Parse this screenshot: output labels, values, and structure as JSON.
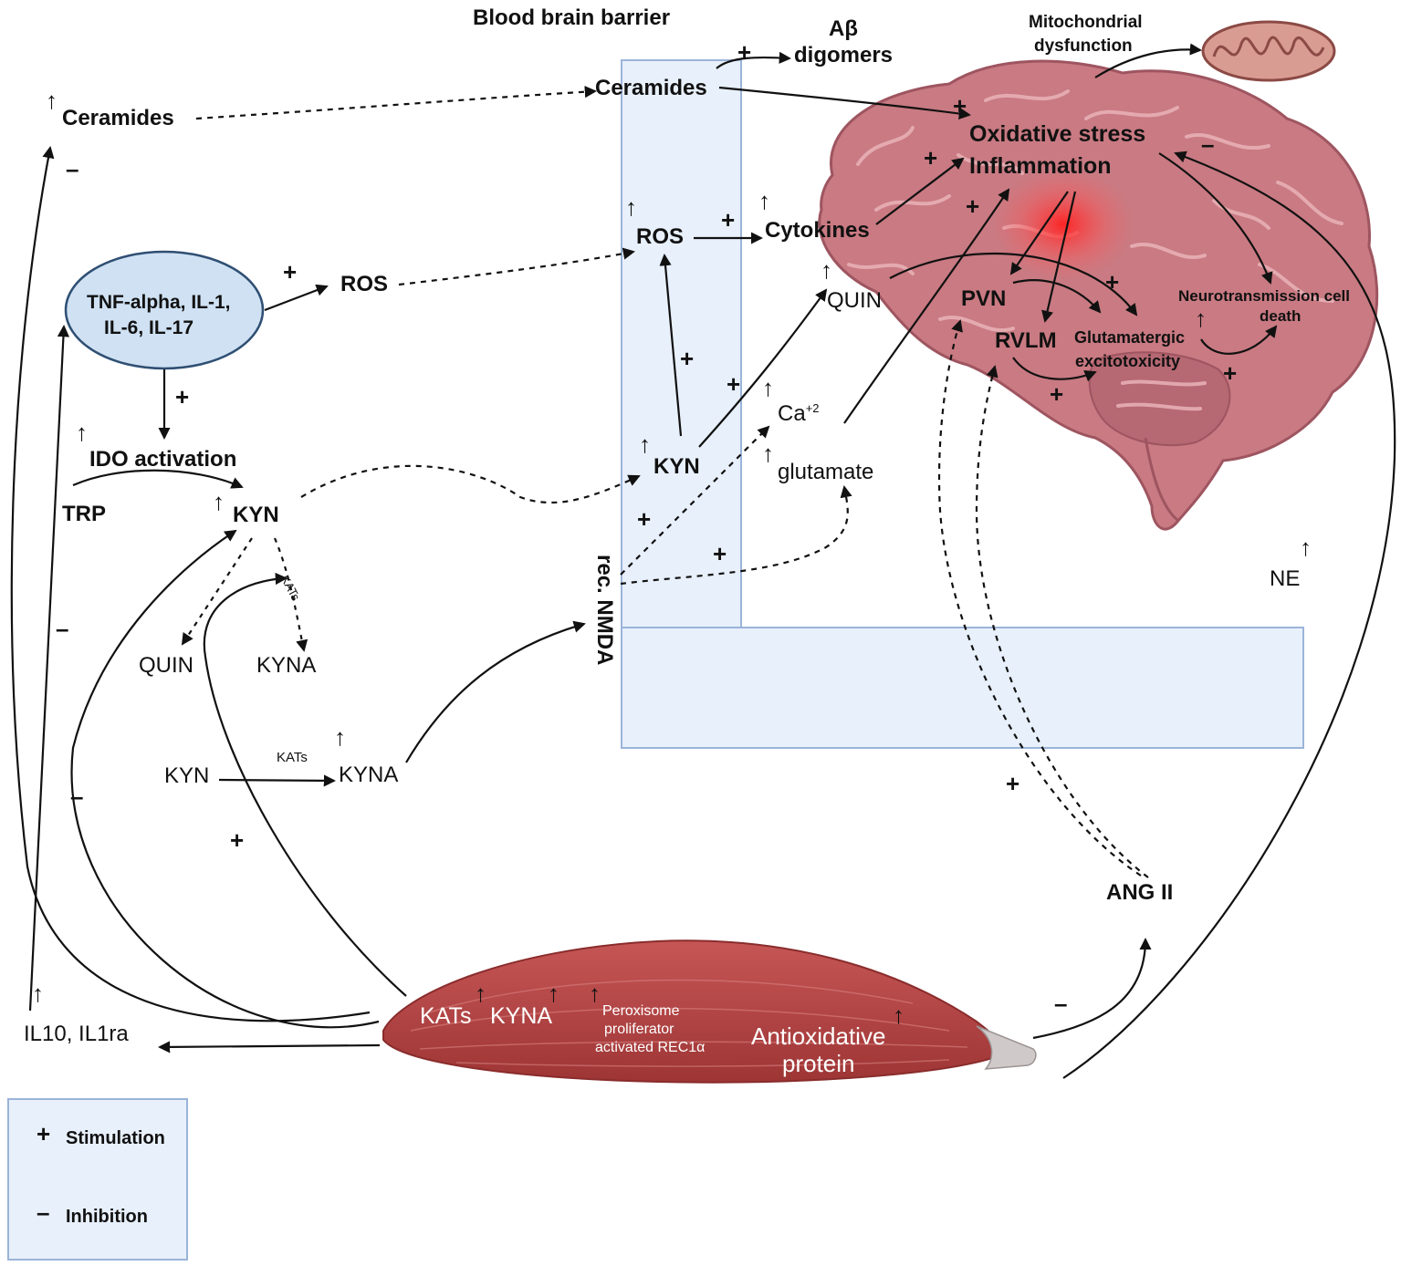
{
  "title": "Blood brain barrier",
  "legend": {
    "items": [
      {
        "symbol": "+",
        "label": "Stimulation"
      },
      {
        "symbol": "–",
        "label": "Inhibition"
      }
    ]
  },
  "periphery": {
    "ceramides": "Ceramides",
    "cytokines_ellipse": [
      "TNF-alpha, IL-1,",
      "IL-6, IL-17"
    ],
    "ros": "ROS",
    "ido": "IDO activation",
    "trp": "TRP",
    "kyn": "KYN",
    "quin": "QUIN",
    "kyna": "KYNA",
    "kats_small": "KATs",
    "kyn2": "KYN",
    "kats2": "KATs",
    "kyna2": "KYNA",
    "il10": "IL10, IL1ra"
  },
  "barrier": {
    "ceramides": "Ceramides",
    "ab_line1": "Aβ",
    "ab_line2": "digomers",
    "ros": "ROS",
    "cytokines": "Cytokines",
    "kyn": "KYN",
    "ca": "Ca",
    "ca_sup": "+2",
    "glutamate": "glutamate",
    "nmda": "rec. NMDA",
    "quin": "QUIN"
  },
  "brain": {
    "mito_line1": "Mitochondrial",
    "mito_line2": "dysfunction",
    "oxidative": "Oxidative stress",
    "inflammation": "Inflammation",
    "pvn": "PVN",
    "rvlm": "RVLM",
    "glut_line1": "Glutamatergic",
    "glut_line2": "excitotoxicity",
    "neuro_line1": "Neurotransmission cell",
    "neuro_line2": "death"
  },
  "muscle": {
    "kats": "KATs",
    "kyna": "KYNA",
    "pgc_line1": "Peroxisome",
    "pgc_line2": "proliferator",
    "pgc_line3": "activated REC1α",
    "antiox_line1": "Antioxidative",
    "antiox_line2": "protein"
  },
  "right": {
    "ne": "NE",
    "ang": "ANG II"
  },
  "signs": {
    "plus": "+",
    "minus": "–"
  },
  "colors": {
    "barrier_fill": "#e8f0fb",
    "barrier_stroke": "#9bb4d9",
    "ellipse_fill": "#cfe1f3",
    "ellipse_stroke": "#2f4f73",
    "brain_fill": "#c97a82",
    "muscle_fill": "#b94a4a",
    "inflammation_glow": "#ff2b2b"
  }
}
